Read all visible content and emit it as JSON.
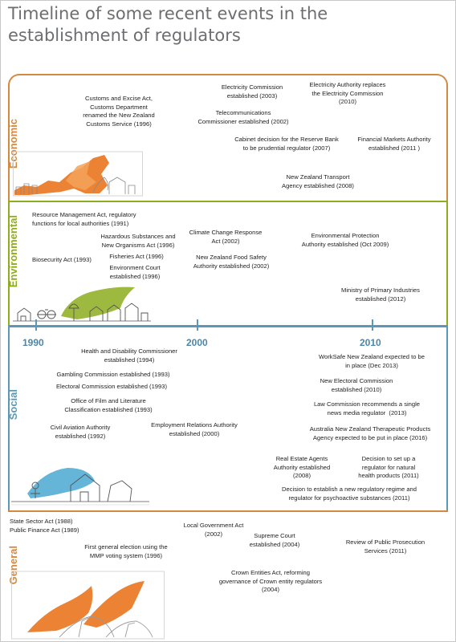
{
  "title": "Timeline of some recent events in the establishment of regulators",
  "colors": {
    "economic": "#d38a40",
    "environmental": "#8dad1e",
    "social": "#5b97b6",
    "general": "#d38a40",
    "axis": "#5b97b6",
    "title": "#6d6e71"
  },
  "timeline": {
    "years": [
      "1990",
      "2000",
      "2010"
    ]
  },
  "sections": {
    "economic": {
      "label": "Economic",
      "events": [
        "Customs and Excise Act,\nCustoms Department\nrenamed the New Zealand\nCustoms Service (1996)",
        "Electricity Commission\nestablished (2003)",
        "Telecommunications\nCommissioner established (2002)",
        "Electricity Authority replaces\nthe Electricity Commission\n(2010)",
        "Cabinet decision for the Reserve Bank\nto be prudential regulator (2007)",
        "Financial Markets Authority\nestablished (2011 )",
        "New Zealand Transport\nAgency established (2008)"
      ]
    },
    "environmental": {
      "label": "Environmental",
      "events": [
        "Resource Management Act, regulatory\nfunctions for local authorities (1991)",
        "Hazardous Substances and\nNew Organisms Act (1996)",
        "Fisheries Act (1996)",
        "Biosecurity Act (1993)",
        "Environment Court\nestablished (1996)",
        "Climate Change Response\nAct (2002)",
        "New Zealand Food Safety\nAuthority established (2002)",
        "Environmental Protection\nAuthority established (Oct 2009)",
        "Ministry of Primary Industries\nestablished (2012)"
      ]
    },
    "social": {
      "label": "Social",
      "events": [
        "Health and Disability Commissioner\nestablished (1994)",
        "Gambling Commission established (1993)",
        "Electoral Commission established (1993)",
        "Office of Film and Literature\nClassification established (1993)",
        "Civil Aviation Authority\nestablished (1992)",
        "Employment Relations Authority\nestablished (2000)",
        "WorkSafe New Zealand expected to be\nin place (Dec 2013)",
        "New Electoral Commission\nestablished (2010)",
        "Law Commission recommends a single\nnews media regulator  (2013)",
        "Australia New Zealand Therapeutic Products\nAgency expected to be put in place (2016)",
        "Real Estate Agents\nAuthority established\n(2008)",
        "Decision to set up a\nregulator for natural\nhealth products (2011)",
        "Decision to establish a new regulatory regime and\nregulator for psychoactive substances (2011)"
      ]
    },
    "general": {
      "label": "General",
      "events": [
        "State Sector Act (1988)\nPublic Finance Act (1989)",
        "Local Government Act\n(2002)",
        "First general election using the\nMMP voting system (1996)",
        "Supreme Court\nestablished (2004)",
        "Review of Public Prosecution\nServices (2011)",
        "Crown Entities Act, reforming\ngovernance of Crown entity regulators\n(2004)"
      ]
    }
  }
}
